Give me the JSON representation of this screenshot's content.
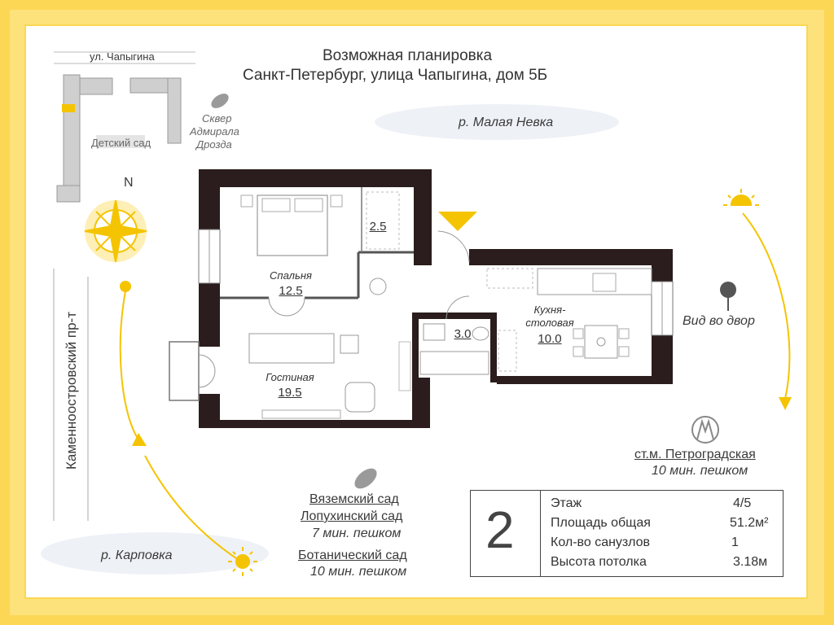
{
  "title": {
    "line1": "Возможная планировка",
    "line2": "Санкт-Петербург, улица Чапыгина, дом 5Б"
  },
  "map": {
    "street_top": "ул. Чапыгина",
    "kindergarten": "Детский сад",
    "park": [
      "Сквер",
      "Адмирала",
      "Дрозда"
    ],
    "river_top": "р. Малая Невка",
    "river_bottom": "р. Карповка",
    "avenue": "Каменноостровский пр-т",
    "compass": "N",
    "view": "Вид во двор"
  },
  "rooms": {
    "bedroom": {
      "label": "Спальня",
      "area": "12.5"
    },
    "closet": {
      "area": "2.5"
    },
    "living": {
      "label": "Гостиная",
      "area": "19.5"
    },
    "bath": {
      "area": "3.0"
    },
    "kitchen": {
      "label1": "Кухня-",
      "label2": "столовая",
      "area": "10.0"
    }
  },
  "metro": {
    "name": "ст.м. Петроградская",
    "walk": "10 мин. пешком"
  },
  "gardens": {
    "line1": "Вяземский сад",
    "line2": "Лопухинский сад",
    "walk1": "7 мин. пешком",
    "line3": "Ботанический сад",
    "walk2": "10 мин. пешком"
  },
  "info": {
    "rooms": "2",
    "rows": [
      {
        "label": "Этаж",
        "value": "4/5"
      },
      {
        "label": "Площадь общая",
        "value": "51.2м²"
      },
      {
        "label": "Кол-во санузлов",
        "value": "1"
      },
      {
        "label": "Высота потолка",
        "value": "3.18м"
      }
    ]
  },
  "colors": {
    "frame": "#fcd755",
    "wall": "#2b1d1d",
    "accent": "#f5c400"
  }
}
